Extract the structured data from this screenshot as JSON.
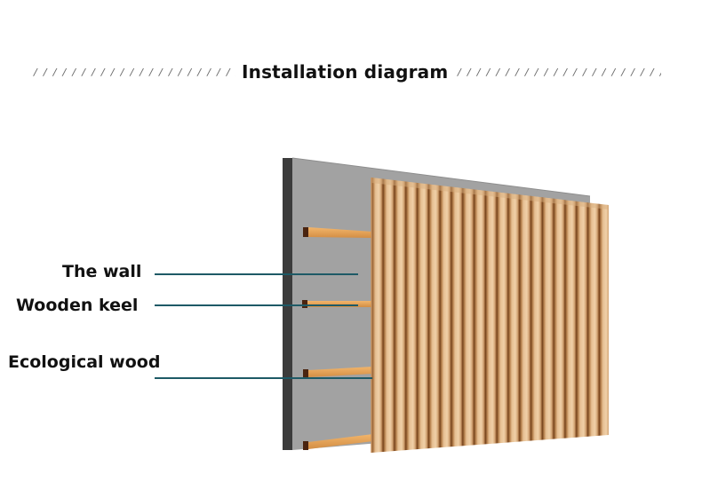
{
  "header": {
    "title": "Installation diagram",
    "left_decoration": "/ / / / / / / / / / / / / / / / / / / / / / / / / / / / / / / / / / / / / / / / /",
    "right_decoration": "/ / / / / / / / / / / / / / / / / / / / / / / / / / / / / / / / / / / / / / / / /"
  },
  "labels": [
    {
      "id": "wall",
      "text": "The wall"
    },
    {
      "id": "keel",
      "text": "Wooden keel"
    },
    {
      "id": "eco",
      "text": "Ecological wood"
    }
  ],
  "colors": {
    "wall_face": "#a2a2a2",
    "wall_edge": "#3c3c3c",
    "keel": "#e9a85c",
    "keel_end": "#4a2410",
    "panel_light": "#e2b98b",
    "panel_dark": "#6b3a14",
    "leader_line": "#1e5a66",
    "text": "#111111",
    "stripes": "#6b6b6b"
  }
}
